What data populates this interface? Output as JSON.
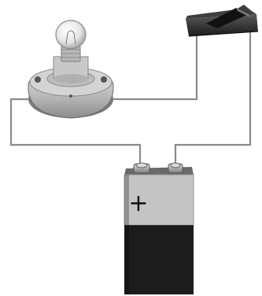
{
  "battery": {
    "positive_symbol": "+"
  },
  "colors": {
    "wire": "#8a8a8a",
    "battery_top": "#c4c4c4",
    "battery_body": "#1c1c1c",
    "lamp_base": "#bdbdbd",
    "switch_body": "#2a2a2a"
  },
  "components": [
    "bulb-holder",
    "light-bulb",
    "rocker-switch",
    "battery"
  ]
}
